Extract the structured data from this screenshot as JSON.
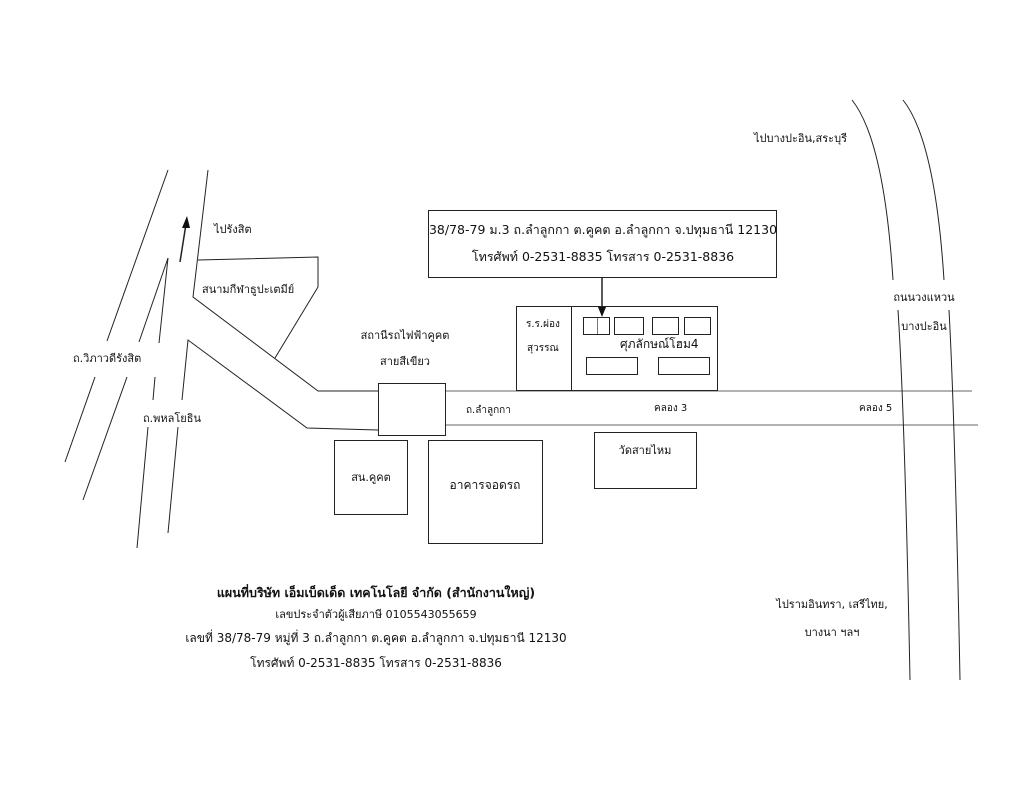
{
  "address_box": {
    "line1": "38/78-79 ม.3 ถ.ลำลูกกา ต.คูคต อ.ลำลูกกา จ.ปทุมธานี 12130",
    "line2": "โทรศัพท์ 0-2531-8835 โทรสาร 0-2531-8836"
  },
  "labels": {
    "to_rangsit": "ไปรังสิต",
    "stadium": "สนามกีฬาธูปะเตมีย์",
    "vibhavadi": "ถ.วิภาวดีรังสิต",
    "phahonyothin": "ถ.พหลโยธิน",
    "station_line1": "สถานีรถไฟฟ้าคูคต",
    "station_line2": "สายสีเขียว",
    "lamlukka_road": "ถ.ลำลูกกา",
    "khlong3": "คลอง 3",
    "khlong5": "คลอง 5",
    "school_line1": "ร.ร.ผ่อง",
    "school_line2": "สุวรรณ",
    "village": "ศุภลักษณ์โฮม4",
    "police": "สน.คูคต",
    "parking": "อาคารจอดรถ",
    "temple": "วัดสายไหม",
    "to_bangpain": "ไปบางปะอิน,สระบุรี",
    "ring_road_line1": "ถนนวงแหวน",
    "ring_road_line2": "บางปะอิน",
    "to_ramintra_line1": "ไปรามอินทรา, เสรีไทย,",
    "to_ramintra_line2": "บางนา ฯลฯ"
  },
  "footer": {
    "title": "แผนที่บริษัท เอ็มเบ็ดเด็ด เทคโนโลยี จำกัด (สำนักงานใหญ่)",
    "tax_id": "เลขประจำตัวผู้เสียภาษี 0105543055659",
    "address": "เลขที่ 38/78-79 หมู่ที่ 3 ถ.ลำลูกกา ต.คูคต อ.ลำลูกกา จ.ปทุมธานี 12130",
    "phone": "โทรศัพท์ 0-2531-8835 โทรสาร 0-2531-8836"
  }
}
